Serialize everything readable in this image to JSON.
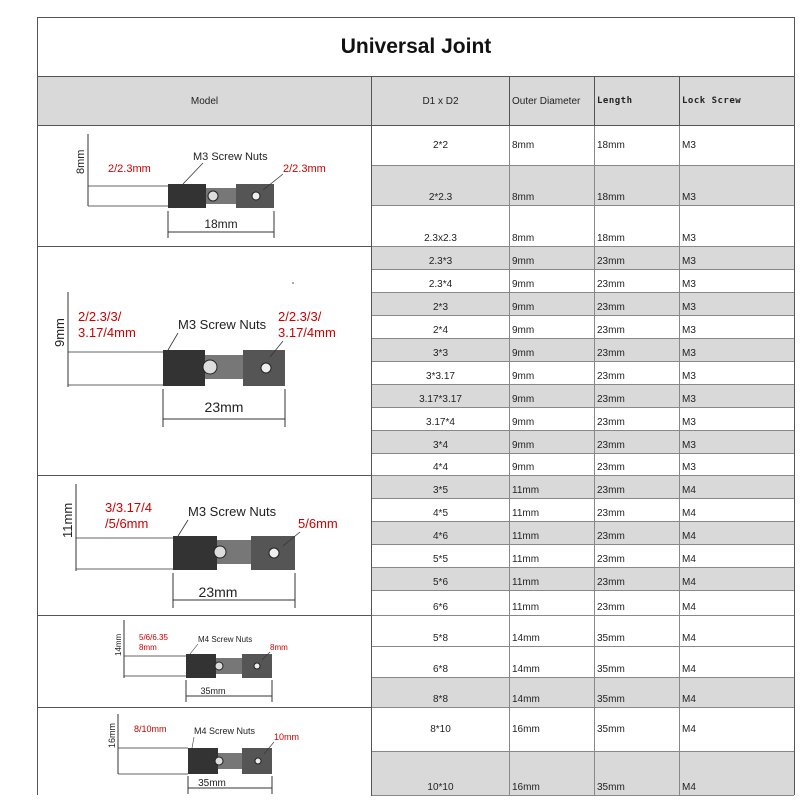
{
  "title": "Universal Joint",
  "headers": {
    "model": "Model",
    "d1d2": "D1 x D2",
    "outer": "Outer Diameter",
    "length": "Length",
    "lock": "Lock Screw"
  },
  "diagrams": [
    {
      "diameter": "8mm",
      "screw": "M3 Screw Nuts",
      "left": "2/2.3mm",
      "right": "2/2.3mm",
      "length": "18mm"
    },
    {
      "diameter": "9mm",
      "screw": "M3 Screw Nuts",
      "left1": "2/2.3/3/",
      "left2": "3.17/4mm",
      "right1": "2/2.3/3/",
      "right2": "3.17/4mm",
      "length": "23mm"
    },
    {
      "diameter": "11mm",
      "screw": "M3 Screw Nuts",
      "left1": "3/3.17/4",
      "left2": "/5/6mm",
      "right": "5/6mm",
      "length": "23mm"
    },
    {
      "diameter": "14mm",
      "screw": "M4 Screw Nuts",
      "left1": "5/6/6.35",
      "left2": "8mm",
      "right": "8mm",
      "length": "35mm"
    },
    {
      "diameter": "16mm",
      "screw": "M4 Screw Nuts",
      "left": "8/10mm",
      "right": "10mm",
      "length": "35mm"
    }
  ],
  "rows": [
    {
      "d": "2*2",
      "od": "8mm",
      "len": "18mm",
      "lock": "M3"
    },
    {
      "d": "2*2.3",
      "od": "8mm",
      "len": "18mm",
      "lock": "M3"
    },
    {
      "d": "2.3x2.3",
      "od": "8mm",
      "len": "18mm",
      "lock": "M3"
    },
    {
      "d": "2.3*3",
      "od": "9mm",
      "len": "23mm",
      "lock": "M3"
    },
    {
      "d": "2.3*4",
      "od": "9mm",
      "len": "23mm",
      "lock": "M3"
    },
    {
      "d": "2*3",
      "od": "9mm",
      "len": "23mm",
      "lock": "M3"
    },
    {
      "d": "2*4",
      "od": "9mm",
      "len": "23mm",
      "lock": "M3"
    },
    {
      "d": "3*3",
      "od": "9mm",
      "len": "23mm",
      "lock": "M3"
    },
    {
      "d": "3*3.17",
      "od": "9mm",
      "len": "23mm",
      "lock": "M3"
    },
    {
      "d": "3.17*3.17",
      "od": "9mm",
      "len": "23mm",
      "lock": "M3"
    },
    {
      "d": "3.17*4",
      "od": "9mm",
      "len": "23mm",
      "lock": "M3"
    },
    {
      "d": "3*4",
      "od": "9mm",
      "len": "23mm",
      "lock": "M3"
    },
    {
      "d": "4*4",
      "od": "9mm",
      "len": "23mm",
      "lock": "M3"
    },
    {
      "d": "3*5",
      "od": "11mm",
      "len": "23mm",
      "lock": "M4"
    },
    {
      "d": "4*5",
      "od": "11mm",
      "len": "23mm",
      "lock": "M4"
    },
    {
      "d": "4*6",
      "od": "11mm",
      "len": "23mm",
      "lock": "M4"
    },
    {
      "d": "5*5",
      "od": "11mm",
      "len": "23mm",
      "lock": "M4"
    },
    {
      "d": "5*6",
      "od": "11mm",
      "len": "23mm",
      "lock": "M4"
    },
    {
      "d": "6*6",
      "od": "11mm",
      "len": "23mm",
      "lock": "M4"
    },
    {
      "d": "5*8",
      "od": "14mm",
      "len": "35mm",
      "lock": "M4"
    },
    {
      "d": "6*8",
      "od": "14mm",
      "len": "35mm",
      "lock": "M4"
    },
    {
      "d": "8*8",
      "od": "14mm",
      "len": "35mm",
      "lock": "M4"
    },
    {
      "d": "8*10",
      "od": "16mm",
      "len": "35mm",
      "lock": "M4"
    },
    {
      "d": "10*10",
      "od": "16mm",
      "len": "35mm",
      "lock": "M4"
    }
  ]
}
